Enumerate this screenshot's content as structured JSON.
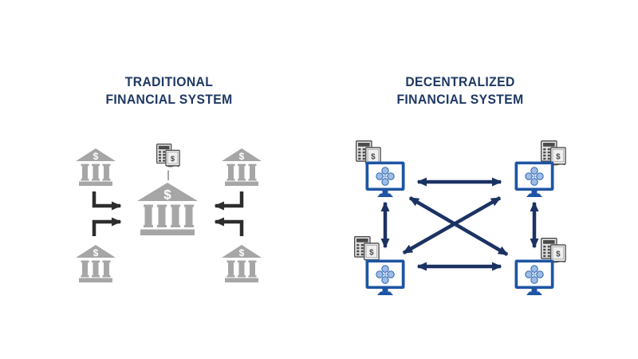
{
  "left_panel": {
    "title_line1": "TRADITIONAL",
    "title_line2": "FINANCIAL SYSTEM",
    "topology": "hub-and-spoke",
    "center_icon": "bank-icon",
    "satellite_icons": [
      "bank-icon",
      "bank-icon",
      "bank-icon",
      "bank-icon"
    ],
    "ledger_icon": "calculator-ledger-icon",
    "icon_color": "#a6a6a6",
    "arrow_color": "#2d2d2d"
  },
  "right_panel": {
    "title_line1": "DECENTRALIZED",
    "title_line2": "FINANCIAL SYSTEM",
    "topology": "full-mesh",
    "node_icons": [
      "computer-network-icon",
      "computer-network-icon",
      "computer-network-icon",
      "computer-network-icon"
    ],
    "ledger_icons": [
      "calculator-ledger-icon",
      "calculator-ledger-icon",
      "calculator-ledger-icon",
      "calculator-ledger-icon"
    ],
    "icon_color": "#1d55a4",
    "node_screen_color": "#7ba6dd",
    "arrow_color": "#1b3263"
  },
  "icons": {
    "bank_dollar": "$",
    "ledger_dollar": "$"
  },
  "colors": {
    "background": "#ffffff",
    "title_navy": "#1f3864",
    "bank_gray": "#a6a6a6",
    "dark_arrow": "#2d2d2d",
    "navy_arrow": "#1b3263",
    "monitor_blue": "#1d55a4"
  }
}
